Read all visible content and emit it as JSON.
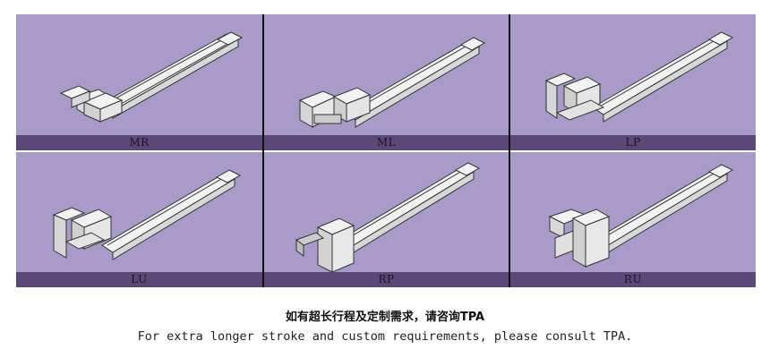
{
  "panels": [
    {
      "label": "MR"
    },
    {
      "label": "ML"
    },
    {
      "label": "LP"
    },
    {
      "label": "LU"
    },
    {
      "label": "RP"
    },
    {
      "label": "RU"
    }
  ],
  "caption": {
    "chinese": "如有超长行程及定制需求，请咨询TPA",
    "english": "For extra longer stroke and custom requirements, please consult TPA."
  },
  "colors": {
    "panel_bg": "#a89bc8",
    "label_bar": "#5c4877",
    "divider": "#111111"
  }
}
